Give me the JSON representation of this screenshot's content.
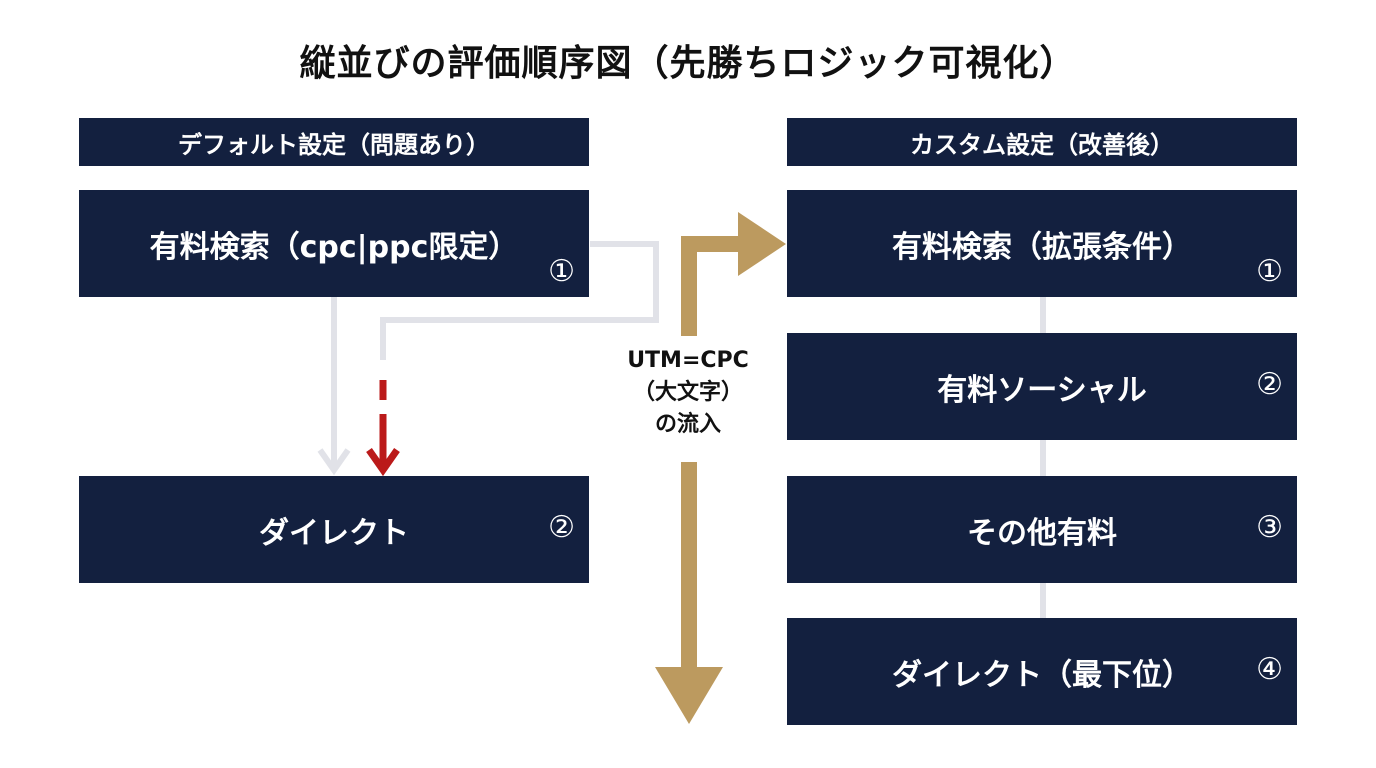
{
  "title": "縦並びの評価順序図（先勝ちロジック可視化）",
  "colors": {
    "box": "#13203f",
    "arrow_light": "#e1e2e8",
    "arrow_red": "#bb1a1a",
    "arrow_gold": "#bc9a5f"
  },
  "left": {
    "header": "デフォルト設定（問題あり）",
    "boxes": [
      {
        "label": "有料検索（cpc|ppc限定）",
        "num": "①"
      },
      {
        "label": "ダイレクト",
        "num": "②"
      }
    ]
  },
  "right": {
    "header": "カスタム設定（改善後）",
    "boxes": [
      {
        "label": "有料検索（拡張条件）",
        "num": "①"
      },
      {
        "label": "有料ソーシャル",
        "num": "②"
      },
      {
        "label": "その他有料",
        "num": "③"
      },
      {
        "label": "ダイレクト（最下位）",
        "num": "④"
      }
    ]
  },
  "flow": {
    "line1": "UTM=CPC",
    "line2": "（大文字）",
    "line3": "の流入"
  }
}
